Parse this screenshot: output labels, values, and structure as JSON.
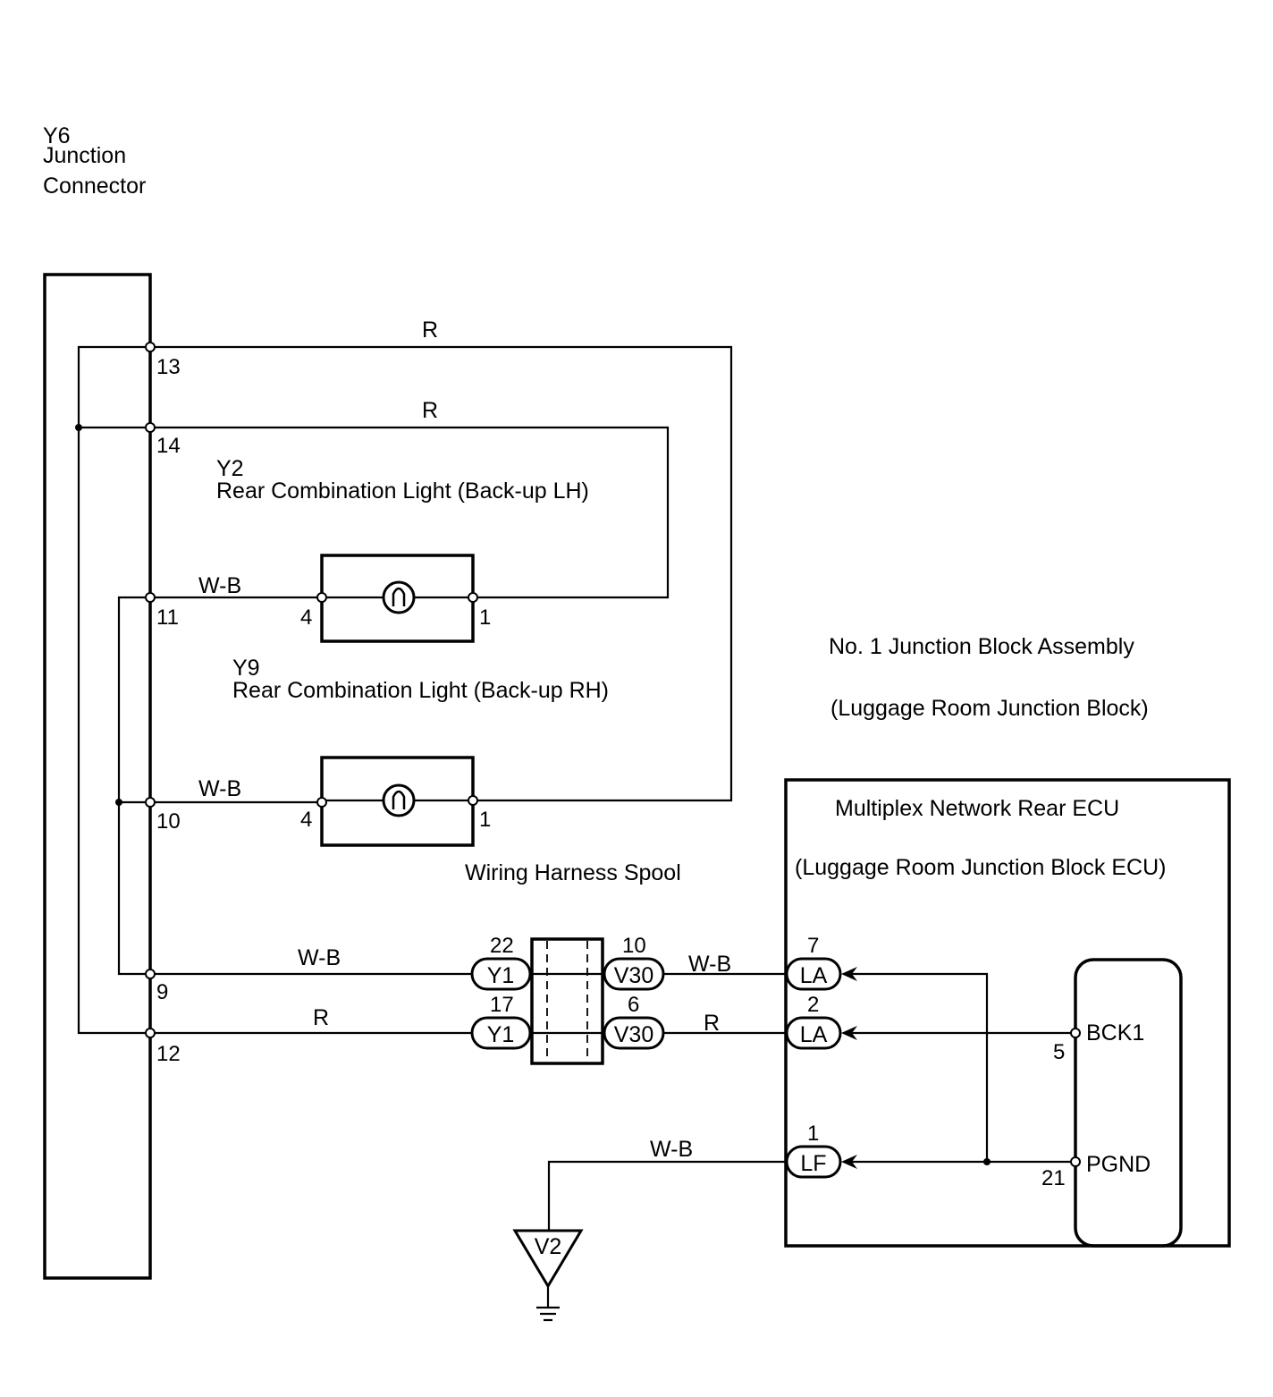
{
  "junction_connector": {
    "code": "Y6",
    "name_line1": "Junction",
    "name_line2": "Connector",
    "pins": {
      "p13": "13",
      "p14": "14",
      "p11": "11",
      "p10": "10",
      "p9": "9",
      "p12": "12"
    }
  },
  "lamp_lh": {
    "code": "Y2",
    "name": "Rear Combination Light (Back-up LH)",
    "pin_in": "4",
    "pin_out": "1"
  },
  "lamp_rh": {
    "code": "Y9",
    "name": "Rear Combination Light (Back-up RH)",
    "pin_in": "4",
    "pin_out": "1"
  },
  "wires": {
    "w13": "R",
    "w14": "R",
    "w11": "W-B",
    "w10": "W-B",
    "w9": "W-B",
    "w12": "R",
    "w_la7": "W-B",
    "w_la2": "R",
    "w_lf": "W-B"
  },
  "spool": {
    "title": "Wiring Harness Spool",
    "left_connector": "Y1",
    "right_connector": "V30",
    "pins": {
      "y1_top": "22",
      "y1_bottom": "17",
      "v30_top": "10",
      "v30_bottom": "6"
    }
  },
  "junction_block": {
    "title": "No. 1 Junction Block Assembly",
    "subtitle": "(Luggage Room Junction Block)"
  },
  "ecu": {
    "title": "Multiplex Network Rear ECU",
    "subtitle": "(Luggage Room Junction Block ECU)",
    "connectors": {
      "la_top": "LA",
      "la_bottom": "LA",
      "lf": "LF"
    },
    "connector_pins": {
      "la_top": "7",
      "la_bottom": "2",
      "lf": "1"
    },
    "terminals": {
      "bck1": "BCK1",
      "bck1_pin": "5",
      "pgnd": "PGND",
      "pgnd_pin": "21"
    }
  },
  "ground": {
    "code": "V2"
  }
}
